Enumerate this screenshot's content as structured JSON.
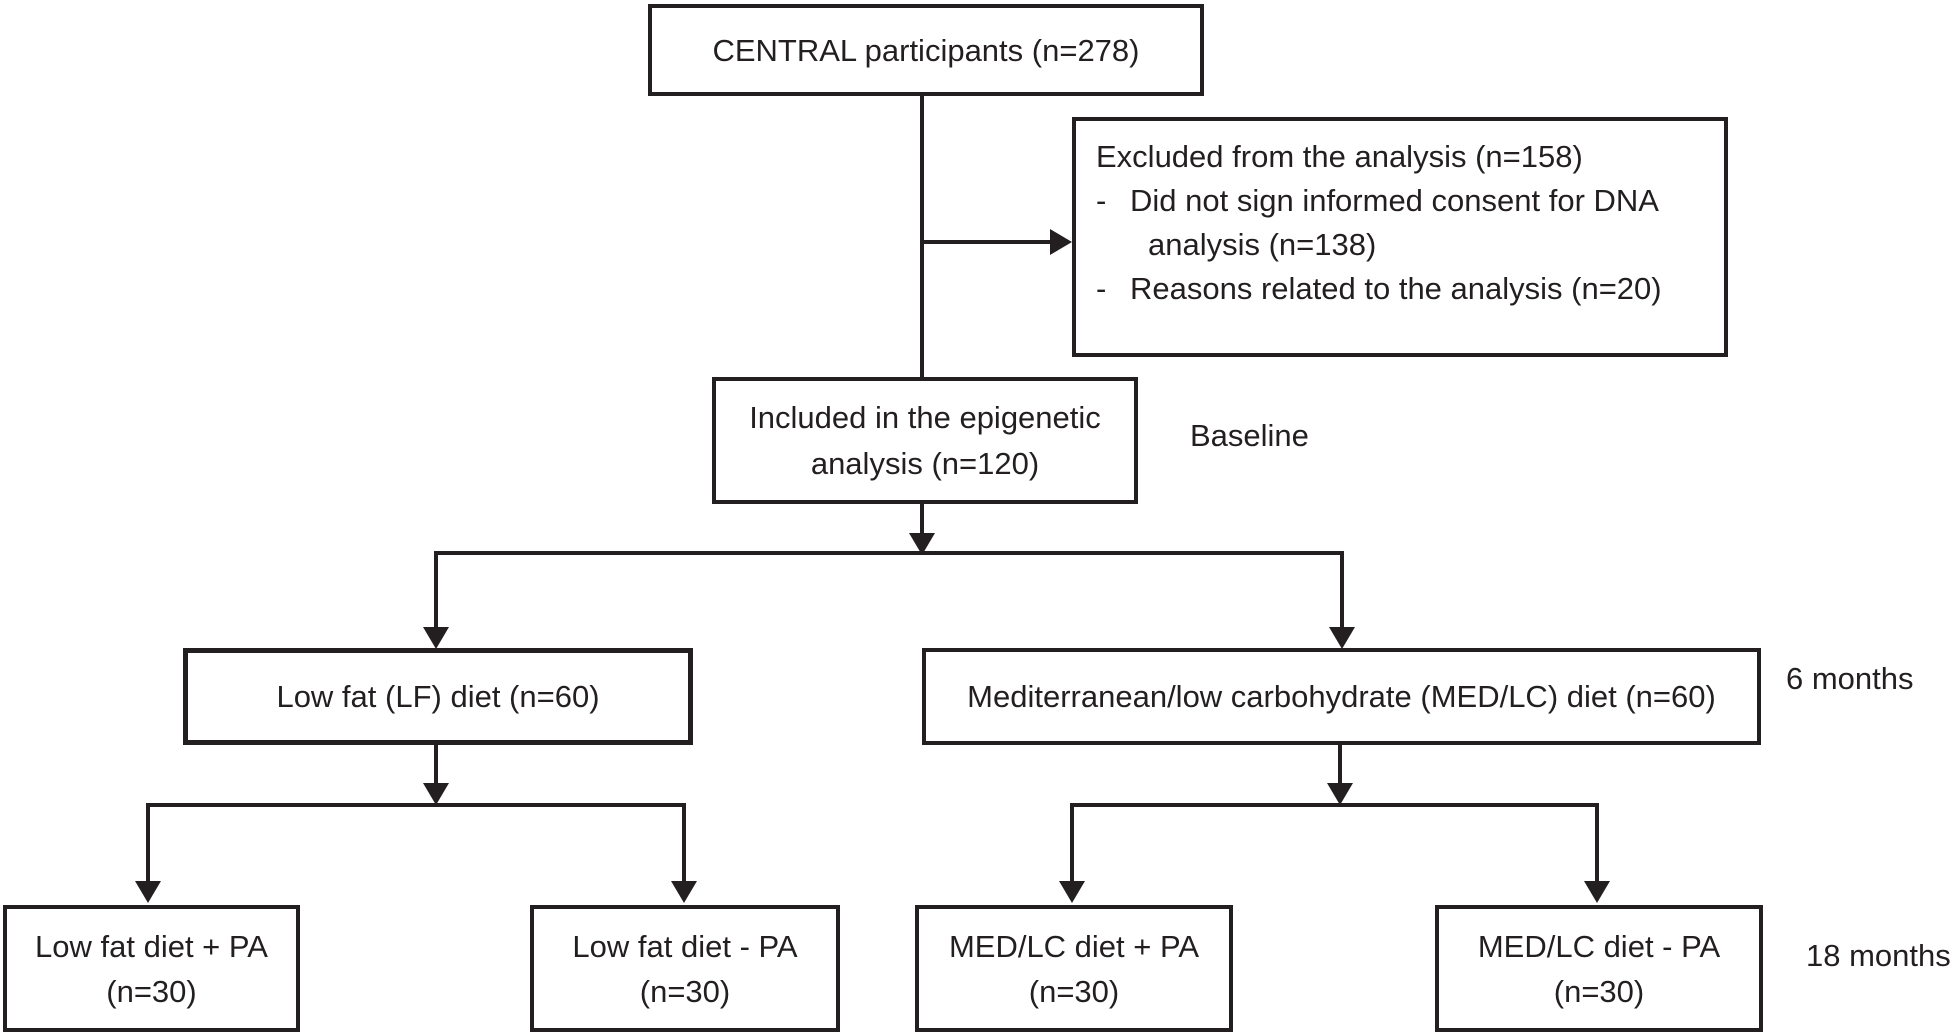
{
  "colors": {
    "ink": "#231f20",
    "background": "#ffffff"
  },
  "flowchart": {
    "top": {
      "label": "CENTRAL participants (n=278)"
    },
    "excluded": {
      "title": "Excluded from the analysis (n=158)",
      "bullet": "-",
      "items": [
        {
          "text": "Did not sign informed consent for DNA",
          "continuation": "analysis (n=138)"
        },
        {
          "text": "Reasons related to the analysis (n=20)"
        }
      ]
    },
    "included": {
      "line1": "Included in the epigenetic",
      "line2": "analysis (n=120)"
    },
    "arms": {
      "low_fat": {
        "label": "Low fat (LF) diet (n=60)"
      },
      "med_lc": {
        "label": "Mediterranean/low carbohydrate (MED/LC) diet (n=60)"
      }
    },
    "subgroups": {
      "lf_plus_pa": {
        "line1": "Low fat diet + PA",
        "line2": "(n=30)"
      },
      "lf_minus_pa": {
        "line1": "Low fat diet - PA",
        "line2": "(n=30)"
      },
      "med_plus_pa": {
        "line1": "MED/LC diet + PA",
        "line2": "(n=30)"
      },
      "med_minus_pa": {
        "line1": "MED/LC diet - PA",
        "line2": "(n=30)"
      }
    },
    "timeline_labels": {
      "baseline": "Baseline",
      "six_months": "6 months",
      "eighteen_months": "18 months"
    }
  }
}
